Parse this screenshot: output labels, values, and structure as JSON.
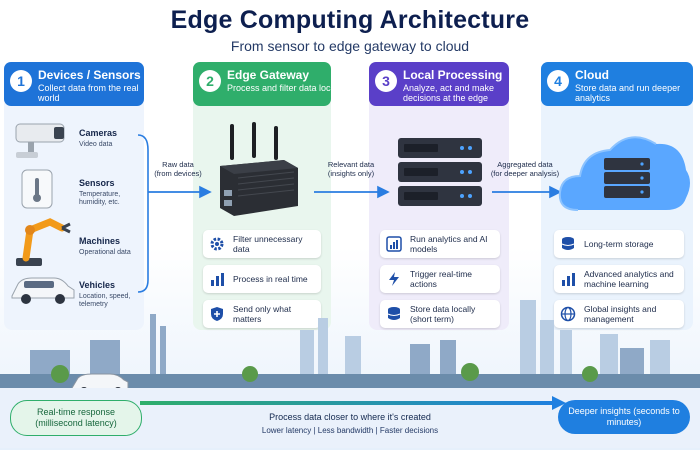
{
  "title": "Edge Computing Architecture",
  "subtitle": "From sensor to edge gateway to cloud",
  "columns": [
    {
      "num": "1",
      "title": "Devices / Sensors",
      "desc": "Collect data from the real world"
    },
    {
      "num": "2",
      "title": "Edge Gateway",
      "desc": "Process and filter data locally"
    },
    {
      "num": "3",
      "title": "Local Processing",
      "desc": "Analyze, act and make decisions at the edge"
    },
    {
      "num": "4",
      "title": "Cloud",
      "desc": "Store data and run deeper analytics"
    }
  ],
  "devices": [
    {
      "label": "Cameras",
      "desc": "Video data",
      "icon": "camera-icon"
    },
    {
      "label": "Sensors",
      "desc": "Temperature, humidity, etc.",
      "icon": "thermometer-icon"
    },
    {
      "label": "Machines",
      "desc": "Operational data",
      "icon": "robot-arm-icon"
    },
    {
      "label": "Vehicles",
      "desc": "Location, speed, telemetry",
      "icon": "car-icon"
    }
  ],
  "flows": [
    {
      "title": "Raw data",
      "sub": "(from devices)"
    },
    {
      "title": "Relevant data",
      "sub": "(insights only)"
    },
    {
      "title": "Aggregated data",
      "sub": "(for deeper analysis)"
    }
  ],
  "gateway_features": [
    {
      "text": "Filter unnecessary data",
      "icon": "gear-icon"
    },
    {
      "text": "Process in real time",
      "icon": "bar-chart-icon"
    },
    {
      "text": "Send only what matters",
      "icon": "shield-icon"
    }
  ],
  "processing_features": [
    {
      "text": "Run analytics and AI models",
      "icon": "analytics-icon"
    },
    {
      "text": "Trigger real-time actions",
      "icon": "lightning-icon"
    },
    {
      "text": "Store data locally (short term)",
      "icon": "database-icon"
    }
  ],
  "cloud_features": [
    {
      "text": "Long-term storage",
      "icon": "database-icon"
    },
    {
      "text": "Advanced analytics and machine learning",
      "icon": "bar-chart-icon"
    },
    {
      "text": "Global insights and management",
      "icon": "globe-icon"
    }
  ],
  "bottom": {
    "left": "Real-time response (millisecond latency)",
    "center_title": "Process data closer to where it's created",
    "center_sub": "Lower latency  |  Less bandwidth  |  Faster decisions",
    "right": "Deeper insights (seconds to minutes)"
  },
  "colors": {
    "devices": "#1e73d8",
    "gateway": "#2fae6b",
    "processing": "#5a3fc8",
    "cloud": "#1f7fe0"
  }
}
